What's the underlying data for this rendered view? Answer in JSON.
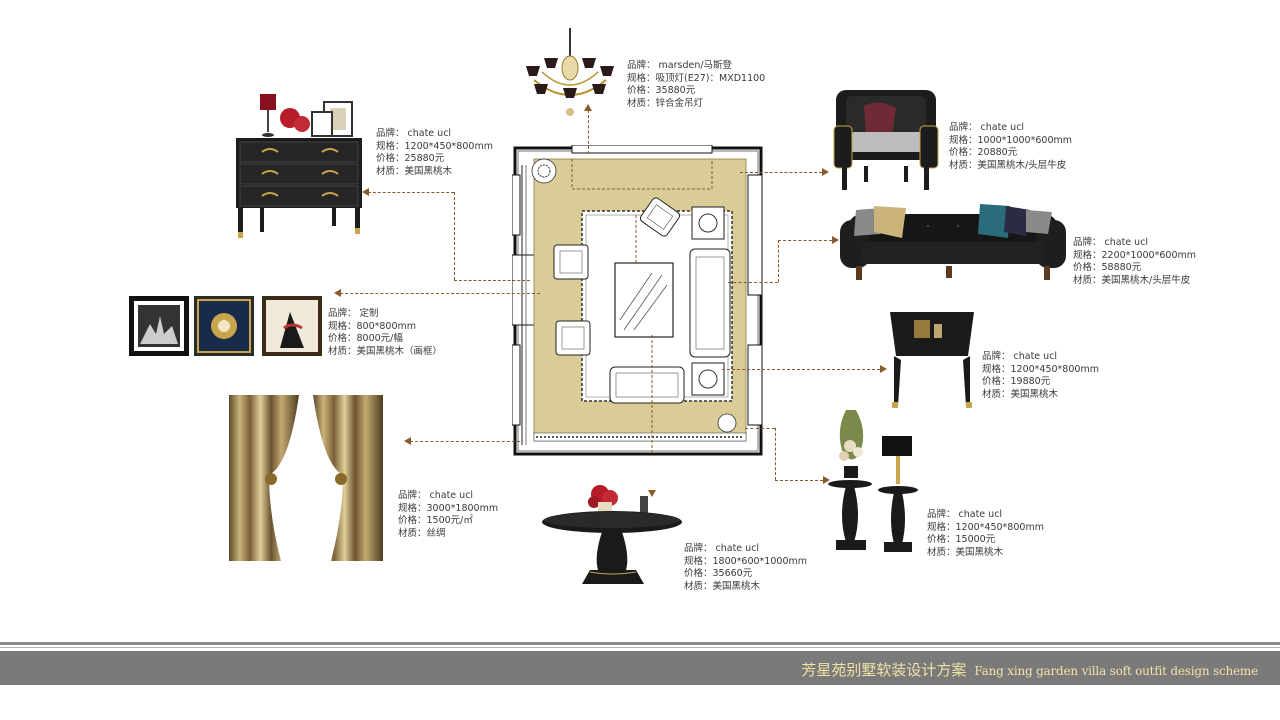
{
  "colors": {
    "leader": "#8b5a2b",
    "floor": "#d9cc96",
    "footer_bar": "#7a7a7a",
    "footer_text": "#f0e3a6",
    "furniture_black": "#1c1c1c",
    "gold": "#c9a54b"
  },
  "footer": {
    "title_cn": "芳星苑别墅软装设计方案",
    "title_en": "Fang xing garden villa soft outfit design scheme"
  },
  "items": {
    "chandelier": {
      "brand": "品牌：  marsden/马斯登",
      "spec": "规格：吸顶灯(E27)：MXD1100",
      "price": "价格：35880元",
      "material": "材质：锌合金吊灯"
    },
    "dresser": {
      "brand": "品牌：  chate ucl",
      "spec": "规格：1200*450*800mm",
      "price": "价格：25880元",
      "material": "材质：美国黑桃木"
    },
    "armchair": {
      "brand": "品牌：  chate ucl",
      "spec": "规格：1000*1000*600mm",
      "price": "价格：20880元",
      "material": "材质：美国黑桃木/头层牛皮"
    },
    "sofa": {
      "brand": "品牌：  chate ucl",
      "spec": "规格：2200*1000*600mm",
      "price": "价格：58880元",
      "material": "材质：美国黑桃木/头层牛皮"
    },
    "frames": {
      "brand": "品牌：   定制",
      "spec": "规格：800*800mm",
      "price": "价格：8000元/幅",
      "material": "材质：美国黑桃木（画框）"
    },
    "desk": {
      "brand": "品牌：  chate ucl",
      "spec": "规格：1200*450*800mm",
      "price": "价格：19880元",
      "material": "材质：美国黑桃木"
    },
    "curtain": {
      "brand": "品牌：  chate ucl",
      "spec": "规格：3000*1800mm",
      "price": "价格：1500元/㎡",
      "material": "材质：丝绸"
    },
    "sidetable": {
      "brand": "品牌：  chate ucl",
      "spec": "规格：1200*450*800mm",
      "price": "价格：15000元",
      "material": "材质：美国黑桃木"
    },
    "coffeetable": {
      "brand": "品牌：  chate ucl",
      "spec": "规格：1800*600*1000mm",
      "price": "价格：35660元",
      "material": "材质：美国黑桃木"
    }
  }
}
